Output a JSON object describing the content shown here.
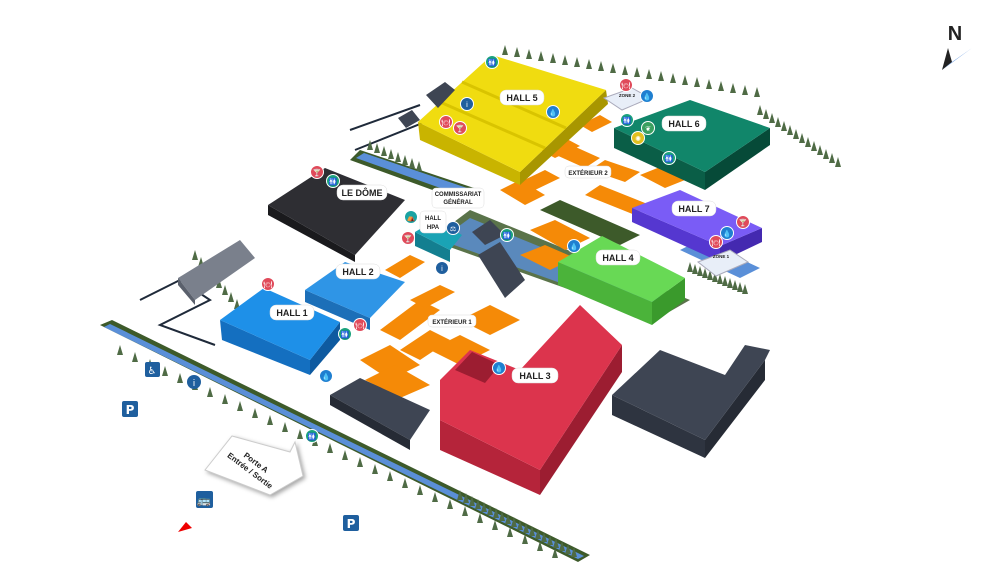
{
  "compass": {
    "label": "N"
  },
  "halls": {
    "hall1": "HALL 1",
    "hall2": "HALL 2",
    "hall3": "HALL 3",
    "hall4": "HALL 4",
    "hall5": "HALL 5",
    "hall6": "HALL 6",
    "hall7": "HALL 7",
    "dome": "LE DÔME",
    "hpa_line1": "HALL",
    "hpa_line2": "HPA"
  },
  "areas": {
    "commissariat_line1": "COMMISSARIAT",
    "commissariat_line2": "GÉNÉRAL",
    "exterieur1": "EXTÉRIEUR 1",
    "exterieur2": "EXTÉRIEUR 2",
    "zone1": "ZONE 1",
    "zone2": "ZONE 2"
  },
  "entrance": {
    "line1": "Porte A",
    "line2": "Entrée / Sortie"
  },
  "parking": {
    "label": "P"
  },
  "colors": {
    "hall1": "#1e90e8",
    "hall2": "#2a8fe0",
    "hall3": "#d8324a",
    "hall4": "#5fcf4a",
    "hall5": "#f0dc10",
    "hall6": "#0d7a5c",
    "hall7": "#6b4cf0",
    "dome": "#2a2a2e",
    "lots": "#f58a07",
    "water": "#5a8fd8",
    "grass": "#3d5a2a"
  }
}
